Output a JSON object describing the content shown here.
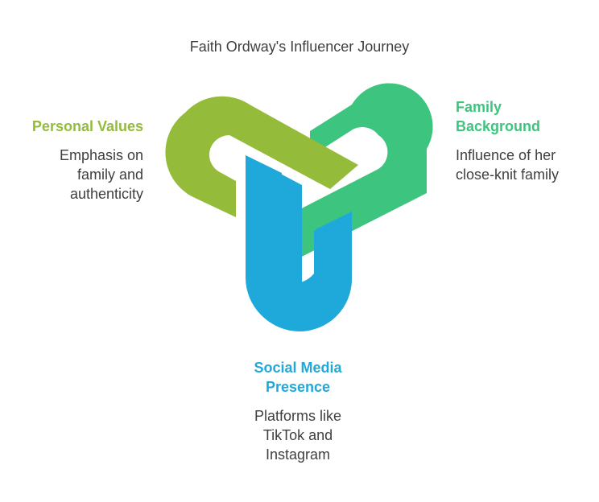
{
  "title": "Faith Ordway's Influencer Journey",
  "colors": {
    "personal_values": "#94BC3A",
    "family_background": "#3DC47E",
    "social_media": "#1FA9DB",
    "text": "#3F3F3F"
  },
  "nodes": {
    "personal_values": {
      "heading": "Personal Values",
      "description_lines": [
        "Emphasis on",
        "family and",
        "authenticity"
      ]
    },
    "family_background": {
      "heading_lines": [
        "Family",
        "Background"
      ],
      "description_lines": [
        "Influence of her",
        "close-knit family"
      ]
    },
    "social_media": {
      "heading_lines": [
        "Social Media",
        "Presence"
      ],
      "description_lines": [
        "Platforms like",
        "TikTok and",
        "Instagram"
      ]
    }
  }
}
